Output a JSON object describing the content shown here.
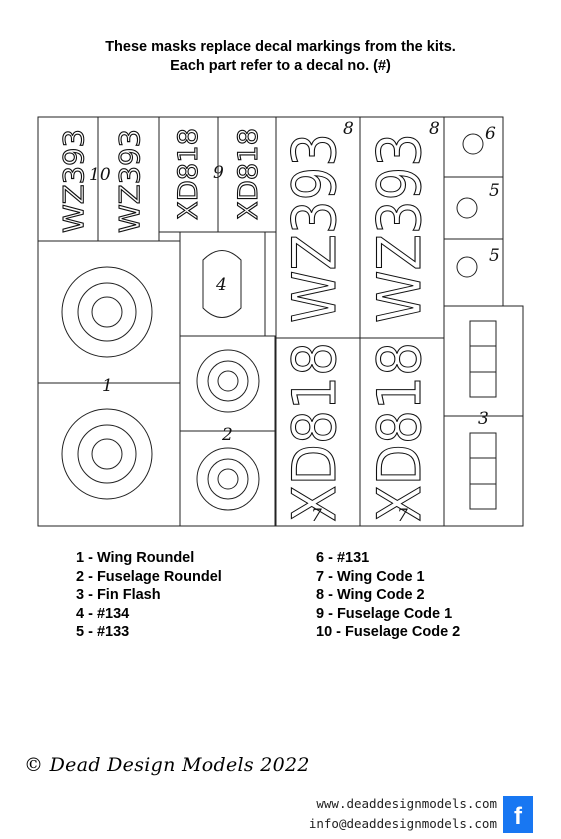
{
  "header": {
    "line1": "These masks replace decal markings from the kits.",
    "line2": "Each part refer to a decal no. (#)"
  },
  "sheet": {
    "part_numbers": {
      "p10": "10",
      "p9": "9",
      "p8a": "8",
      "p8b": "8",
      "p6": "6",
      "p5a": "5",
      "p5b": "5",
      "p4": "4",
      "p1": "1",
      "p2": "2",
      "p3": "3",
      "p7a": "7",
      "p7b": "7"
    },
    "codes": {
      "wz": "WZ393",
      "xd": "XD818"
    }
  },
  "legend": {
    "col1": [
      "1 - Wing Roundel",
      "2 - Fuselage Roundel",
      "3 - Fin Flash",
      "4 - #134",
      "5 - #133"
    ],
    "col2": [
      "6 - #131",
      "7 - Wing Code 1",
      "8 - Wing Code 2",
      "9 - Fuselage Code 1",
      "10 - Fuselage Code 2"
    ]
  },
  "footer": {
    "copyright": "© Dead Design Models 2022",
    "website": "www.deaddesignmodels.com",
    "email": "info@deaddesignmodels.com",
    "facebook_glyph": "f"
  }
}
